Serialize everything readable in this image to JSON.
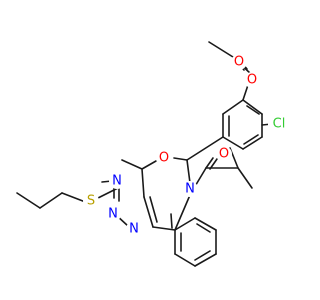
{
  "molecule": {
    "atoms": [
      {
        "id": "ch3_acetoxy",
        "symbol": "",
        "color": "#000000"
      },
      {
        "id": "c_carbonyl_acetoxy",
        "symbol": "",
        "color": "#000000"
      },
      {
        "id": "o_carbonyl_acetoxy",
        "symbol": "O",
        "color": "#ff0000"
      },
      {
        "id": "o_ester",
        "symbol": "O",
        "color": "#ff0000"
      },
      {
        "id": "cl",
        "symbol": "Cl",
        "color": "#33cc33"
      },
      {
        "id": "o_ring",
        "symbol": "O",
        "color": "#ff0000"
      },
      {
        "id": "n_amide",
        "symbol": "N",
        "color": "#0000ff"
      },
      {
        "id": "o_amide",
        "symbol": "O",
        "color": "#ff0000"
      },
      {
        "id": "n_triazine_a",
        "symbol": "N",
        "color": "#0000ff"
      },
      {
        "id": "n_triazine_b",
        "symbol": "N",
        "color": "#0000ff"
      },
      {
        "id": "n_triazine_c",
        "symbol": "N",
        "color": "#0000ff"
      },
      {
        "id": "s_thioether",
        "symbol": "S",
        "color": "#b8a000"
      }
    ]
  }
}
